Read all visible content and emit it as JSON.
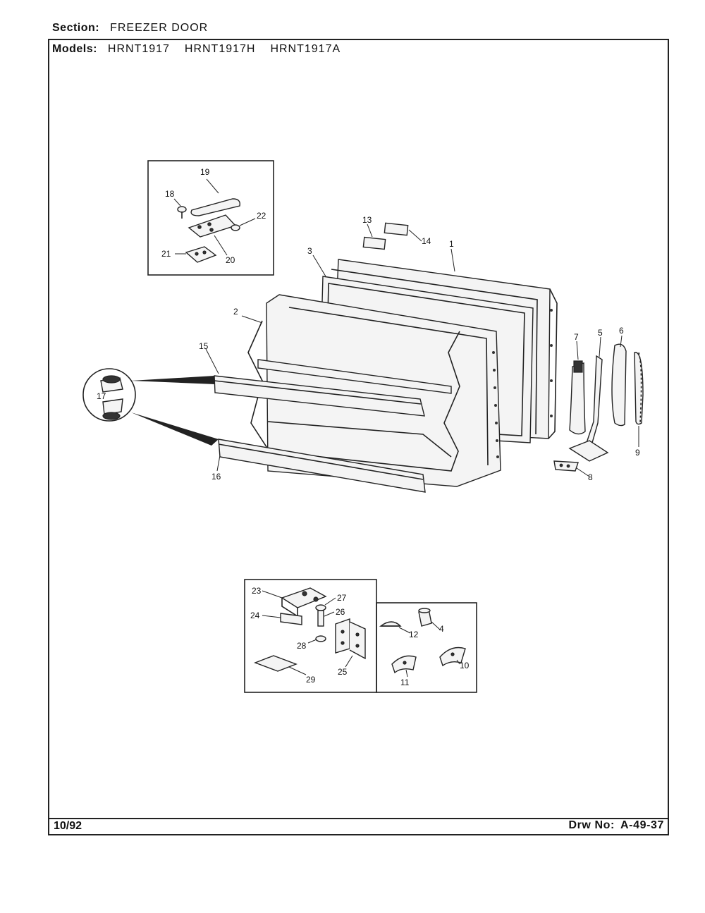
{
  "header": {
    "section_label": "Section:",
    "section_value": "FREEZER DOOR",
    "models_label": "Models:",
    "models": [
      "HRNT1917",
      "HRNT1917H",
      "HRNT1917A"
    ]
  },
  "footer": {
    "date": "10/92",
    "drawing_label": "Drw No:",
    "drawing_number": "A-49-37"
  },
  "parts": {
    "p1": "1",
    "p2": "2",
    "p3": "3",
    "p4": "4",
    "p5": "5",
    "p6": "6",
    "p7": "7",
    "p8": "8",
    "p9": "9",
    "p10": "10",
    "p11": "11",
    "p12": "12",
    "p13": "13",
    "p14": "14",
    "p15": "15",
    "p16": "16",
    "p17": "17",
    "p18": "18",
    "p19": "19",
    "p20": "20",
    "p21": "21",
    "p22": "22",
    "p23": "23",
    "p24": "24",
    "p25": "25",
    "p26": "26",
    "p27": "27",
    "p28": "28",
    "p29": "29"
  }
}
